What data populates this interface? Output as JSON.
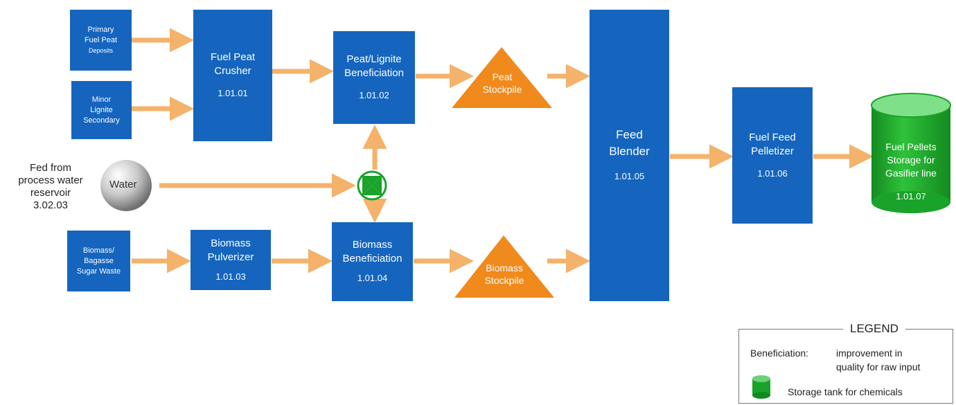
{
  "nodes": {
    "primary_fuel_peat": [
      "Primary",
      "Fuel Peat",
      "Deposits"
    ],
    "minor_lignite": [
      "Minor",
      "Lignite",
      "Secondary"
    ],
    "biomass_bagasse": [
      "Biomass/",
      "Bagasse",
      "Sugar Waste"
    ],
    "fuel_peat_crusher": {
      "title": [
        "Fuel Peat",
        "Crusher"
      ],
      "code": "1.01.01"
    },
    "peat_lignite_beneficiation": {
      "title": [
        "Peat/Lignite",
        "Beneficiation"
      ],
      "code": "1.01.02"
    },
    "biomass_pulverizer": {
      "title": [
        "Biomass",
        "Pulverizer"
      ],
      "code": "1.01.03"
    },
    "biomass_beneficiation": {
      "title": [
        "Biomass",
        "Beneficiation"
      ],
      "code": "1.01.04"
    },
    "feed_blender": {
      "title": [
        "Feed",
        "Blender"
      ],
      "code": "1.01.05"
    },
    "fuel_feed_pelletizer": {
      "title": [
        "Fuel Feed",
        "Pelletizer"
      ],
      "code": "1.01.06"
    },
    "fuel_pellets_storage": {
      "title": [
        "Fuel Pellets",
        "Storage for",
        "Gasifier line"
      ],
      "code": "1.01.07"
    },
    "peat_stockpile": [
      "Peat",
      "Stockpile"
    ],
    "biomass_stockpile": [
      "Biomass",
      "Stockpile"
    ],
    "water": "Water",
    "fed_from": [
      "Fed from",
      "process water",
      "reservoir",
      "3.02.03"
    ]
  },
  "legend": {
    "title": "LEGEND",
    "beneficiation_term": "Beneficiation:",
    "beneficiation_def": [
      "improvement in",
      "quality for raw input"
    ],
    "storage_def": "Storage tank for chemicals"
  },
  "colors": {
    "box": "#1565bf",
    "arrow": "#f4b26b",
    "stockpile": "#f08a1c",
    "tank": "#1aa32a",
    "valve": "#1aa32a"
  }
}
